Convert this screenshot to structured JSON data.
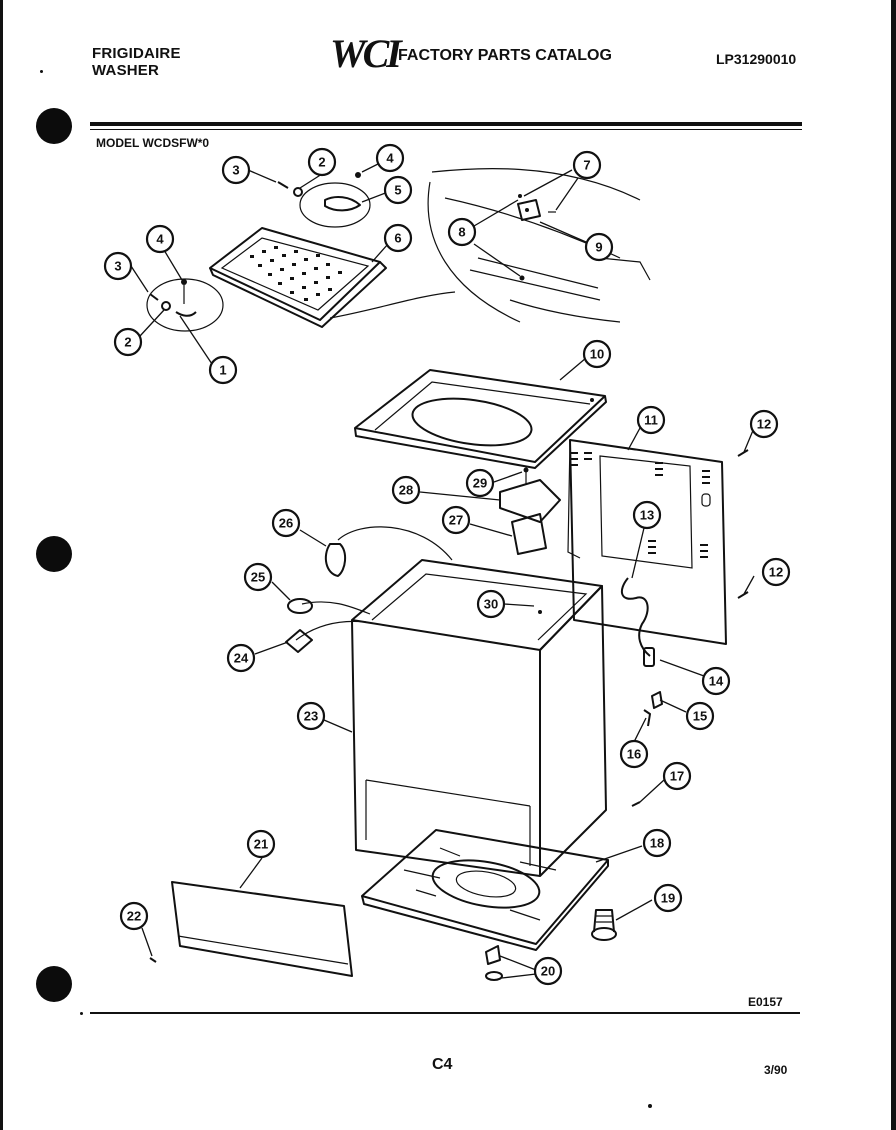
{
  "header": {
    "brand_line1": "FRIGIDAIRE",
    "brand_line2": "WASHER",
    "logo": "WCI",
    "catalog_title": "FACTORY PARTS CATALOG",
    "catalog_number": "LP31290010"
  },
  "model_label": "MODEL WCDSFW*0",
  "diagram_code": "E0157",
  "page_number": "C4",
  "date": "3/90",
  "callouts": [
    "1",
    "2",
    "3",
    "4",
    "5",
    "6",
    "7",
    "8",
    "9",
    "10",
    "11",
    "12",
    "13",
    "14",
    "15",
    "16",
    "17",
    "18",
    "19",
    "20",
    "21",
    "22",
    "23",
    "24",
    "25",
    "26",
    "27",
    "28",
    "29",
    "30"
  ]
}
